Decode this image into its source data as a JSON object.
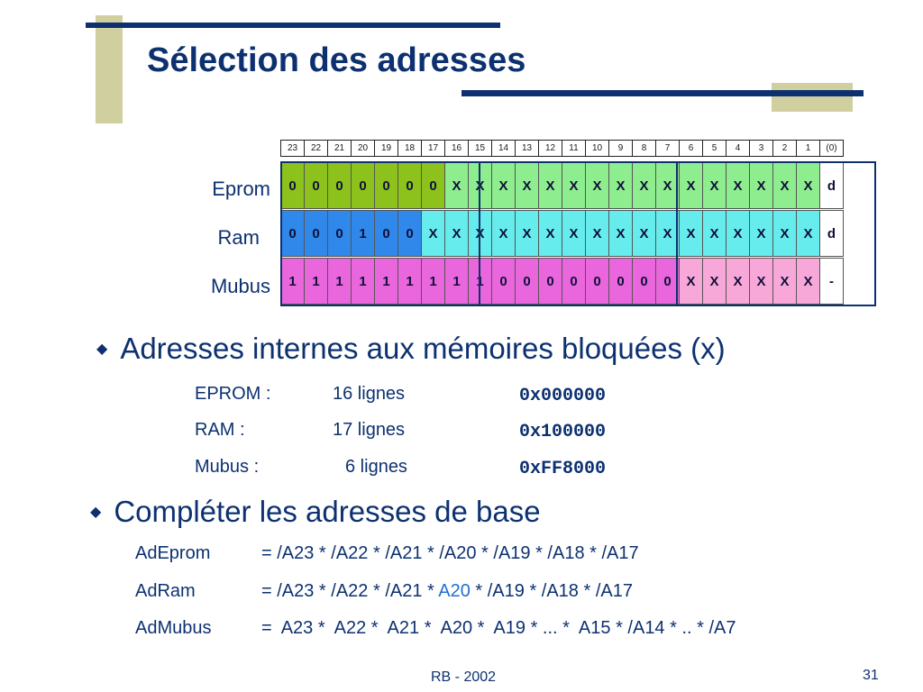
{
  "title": "Sélection des adresses",
  "bit_header": [
    "23",
    "22",
    "21",
    "20",
    "19",
    "18",
    "17",
    "16",
    "15",
    "14",
    "13",
    "12",
    "11",
    "10",
    "9",
    "8",
    "7",
    "6",
    "5",
    "4",
    "3",
    "2",
    "1",
    "(0)"
  ],
  "rows": [
    {
      "label": "Eprom",
      "bits": [
        "0",
        "0",
        "0",
        "0",
        "0",
        "0",
        "0",
        "X",
        "X",
        "X",
        "X",
        "X",
        "X",
        "X",
        "X",
        "X",
        "X",
        "X",
        "X",
        "X",
        "X",
        "X",
        "X",
        "d"
      ],
      "colors": [
        "#8cc21b",
        "#8cc21b",
        "#8cc21b",
        "#8cc21b",
        "#8cc21b",
        "#8cc21b",
        "#8cc21b",
        "#8eed8e",
        "#8eed8e",
        "#8eed8e",
        "#8eed8e",
        "#8eed8e",
        "#8eed8e",
        "#8eed8e",
        "#8eed8e",
        "#8eed8e",
        "#8eed8e",
        "#8eed8e",
        "#8eed8e",
        "#8eed8e",
        "#8eed8e",
        "#8eed8e",
        "#8eed8e",
        "#ffffff"
      ]
    },
    {
      "label": "Ram",
      "bits": [
        "0",
        "0",
        "0",
        "1",
        "0",
        "0",
        "X",
        "X",
        "X",
        "X",
        "X",
        "X",
        "X",
        "X",
        "X",
        "X",
        "X",
        "X",
        "X",
        "X",
        "X",
        "X",
        "X",
        "d"
      ],
      "colors": [
        "#2f88ea",
        "#2f88ea",
        "#2f88ea",
        "#2f88ea",
        "#2f88ea",
        "#2f88ea",
        "#66ecec",
        "#66ecec",
        "#66ecec",
        "#66ecec",
        "#66ecec",
        "#66ecec",
        "#66ecec",
        "#66ecec",
        "#66ecec",
        "#66ecec",
        "#66ecec",
        "#66ecec",
        "#66ecec",
        "#66ecec",
        "#66ecec",
        "#66ecec",
        "#66ecec",
        "#ffffff"
      ]
    },
    {
      "label": "Mubus",
      "bits": [
        "1",
        "1",
        "1",
        "1",
        "1",
        "1",
        "1",
        "1",
        "1",
        "0",
        "0",
        "0",
        "0",
        "0",
        "0",
        "0",
        "0",
        "X",
        "X",
        "X",
        "X",
        "X",
        "X",
        "-"
      ],
      "colors": [
        "#ea66dd",
        "#ea66dd",
        "#ea66dd",
        "#ea66dd",
        "#ea66dd",
        "#ea66dd",
        "#ea66dd",
        "#ea66dd",
        "#ea66dd",
        "#ea66dd",
        "#ea66dd",
        "#ea66dd",
        "#ea66dd",
        "#ea66dd",
        "#ea66dd",
        "#ea66dd",
        "#ea66dd",
        "#f8a8d8",
        "#f8a8d8",
        "#f8a8d8",
        "#f8a8d8",
        "#f8a8d8",
        "#f8a8d8",
        "#ffffff"
      ]
    }
  ],
  "bullet1": "Adresses internes aux mémoires bloquées (x)",
  "memories": [
    {
      "name": "EPROM :",
      "lines": "16 lignes",
      "hex": "0x000000"
    },
    {
      "name": "RAM :",
      "lines": "17 lignes",
      "hex": "0x100000"
    },
    {
      "name": "Mubus :",
      "lines": "6 lignes",
      "hex": "0xFF8000"
    }
  ],
  "bullet2": "Compléter les adresses de base",
  "equations": [
    {
      "name": "AdEprom",
      "expr_a": "= /A23 * /A22 * /A21 * /A20 * /A19 * /A18 * /A17",
      "hl": "",
      "expr_b": ""
    },
    {
      "name": "AdRam",
      "expr_a": "= /A23 * /A22 * /A21 * ",
      "hl": "A20",
      "expr_b": " * /A19 * /A18 * /A17"
    },
    {
      "name": "AdMubus",
      "expr_a": "=  A23 *  A22 *  A21 *  A20 *  A19 * ... *  A15 * /A14 * .. * /A7",
      "hl": "",
      "expr_b": ""
    }
  ],
  "footer": "RB - 2002",
  "page_number": "31",
  "colors": {
    "title": "#0d3170",
    "accent_bar": "#0d3170",
    "accent_block": "#cfcf9f",
    "highlight": "#1f6fd6"
  }
}
